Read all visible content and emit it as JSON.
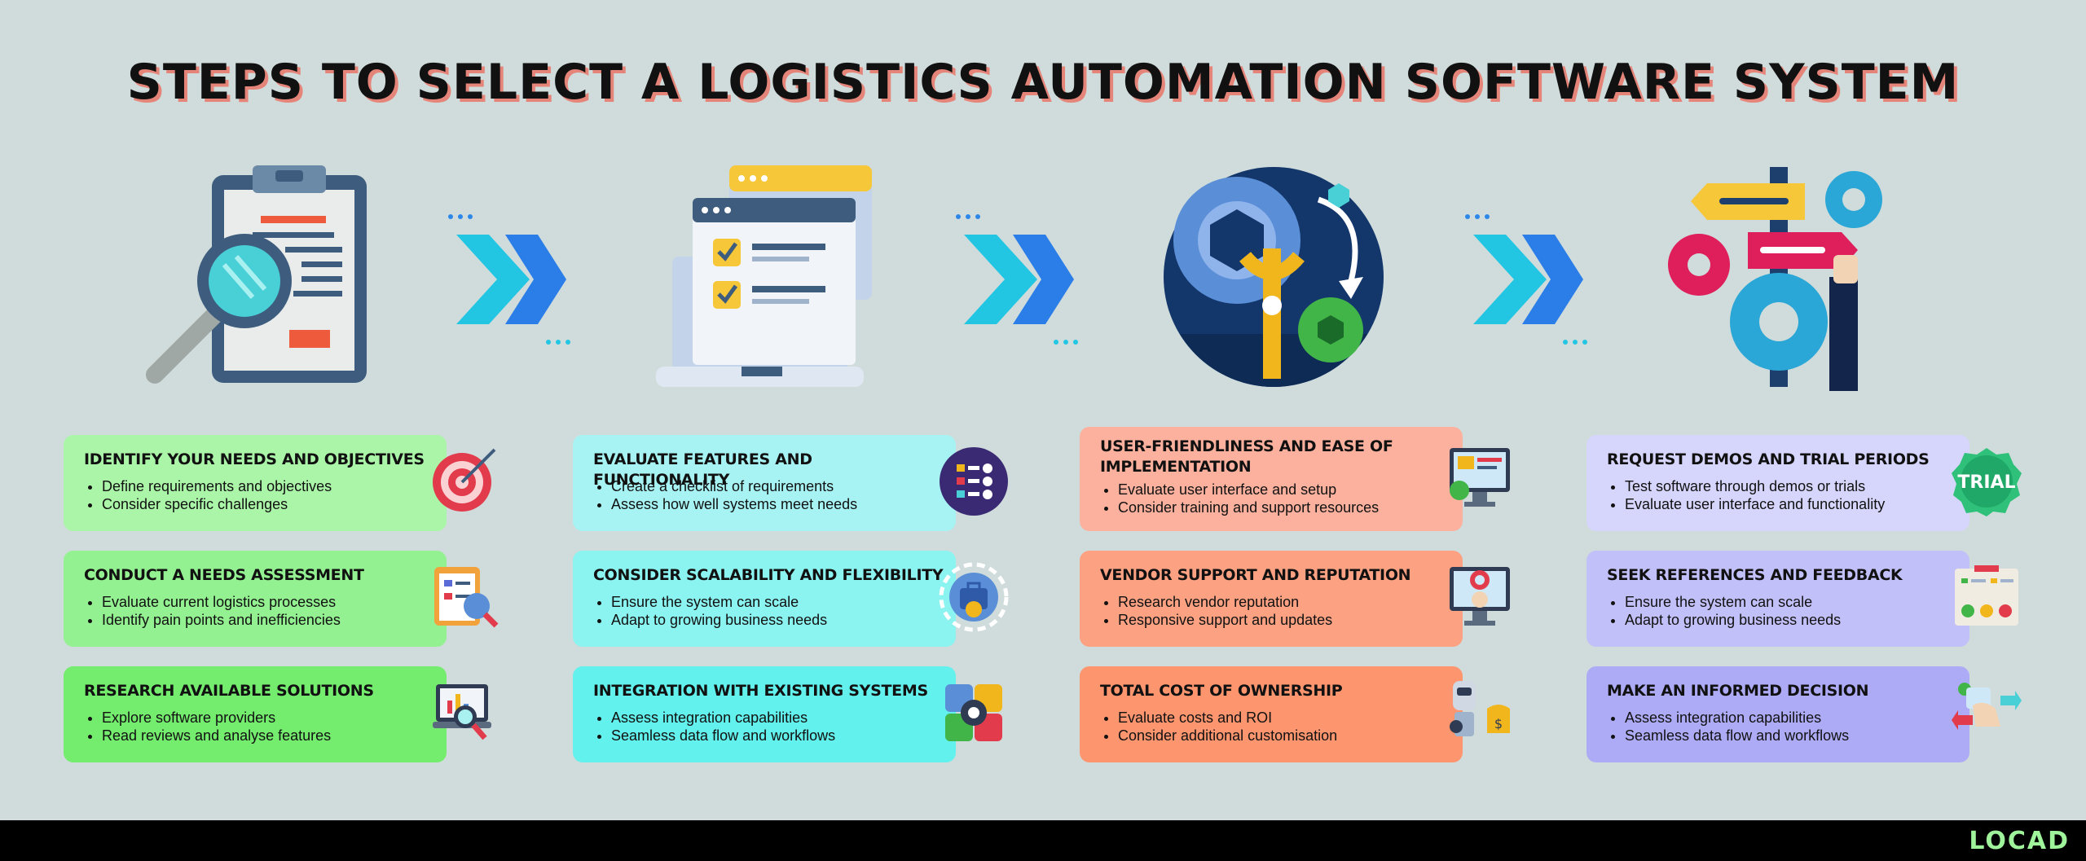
{
  "title": "STEPS TO SELECT A LOGISTICS AUTOMATION SOFTWARE SYSTEM",
  "brand": "LOCAD",
  "illustrations": [
    "clipboard-magnifier",
    "checklist-laptop",
    "gears-wrench",
    "signpost-gears"
  ],
  "colors": {
    "background": "#d0dcdb",
    "green": [
      "#abf5a8",
      "#94f191",
      "#74ec6e"
    ],
    "cyan": [
      "#a7f3f3",
      "#8bf3f0",
      "#62f1ec"
    ],
    "orange": [
      "#fbb19e",
      "#fca283",
      "#fd956f"
    ],
    "purple": [
      "#d6d5fb",
      "#c2c0f9",
      "#aeabf6"
    ]
  },
  "columns": [
    {
      "cards": [
        {
          "title": "IDENTIFY YOUR NEEDS AND OBJECTIVES",
          "icon": "target-icon",
          "bullets": [
            "Define requirements and objectives",
            "Consider specific challenges"
          ]
        },
        {
          "title": "CONDUCT A NEEDS ASSESSMENT",
          "icon": "clipboard-search-icon",
          "bullets": [
            "Evaluate current logistics processes",
            "Identify pain points and inefficiencies"
          ]
        },
        {
          "title": "RESEARCH AVAILABLE SOLUTIONS",
          "icon": "laptop-search-icon",
          "bullets": [
            "Explore software providers",
            "Read reviews and analyse features"
          ]
        }
      ]
    },
    {
      "cards": [
        {
          "title": "EVALUATE FEATURES AND FUNCTIONALITY",
          "icon": "checklist-icon",
          "bullets": [
            "Create a checklist of requirements",
            "Assess how well systems meet needs"
          ]
        },
        {
          "title": "CONSIDER SCALABILITY AND FLEXIBILITY",
          "icon": "briefcase-growth-icon",
          "bullets": [
            "Ensure the system can scale",
            "Adapt to growing business needs"
          ]
        },
        {
          "title": "INTEGRATION WITH EXISTING SYSTEMS",
          "icon": "puzzle-gear-icon",
          "bullets": [
            "Assess integration capabilities",
            "Seamless data flow and workflows"
          ]
        }
      ]
    },
    {
      "cards": [
        {
          "title": "USER-FRIENDLINESS AND EASE OF IMPLEMENTATION",
          "icon": "monitor-thumbs-up-icon",
          "bullets": [
            "Evaluate user interface and setup",
            "Consider training and support resources"
          ]
        },
        {
          "title": "VENDOR SUPPORT AND REPUTATION",
          "icon": "monitor-support-icon",
          "bullets": [
            "Research vendor reputation",
            "Responsive support and updates"
          ]
        },
        {
          "title": "TOTAL COST OF OWNERSHIP",
          "icon": "robot-money-icon",
          "bullets": [
            "Evaluate costs and ROI",
            "Consider additional customisation"
          ]
        }
      ]
    },
    {
      "cards": [
        {
          "title": "REQUEST DEMOS AND TRIAL PERIODS",
          "icon": "trial-badge-icon",
          "badge": "TRIAL",
          "bullets": [
            "Test software through demos or trials",
            "Evaluate user interface and functionality"
          ]
        },
        {
          "title": "SEEK REFERENCES AND FEEDBACK",
          "icon": "feedback-board-icon",
          "bullets": [
            "Ensure the system can scale",
            "Adapt to growing business needs"
          ]
        },
        {
          "title": "MAKE AN INFORMED DECISION",
          "icon": "decision-hand-icon",
          "bullets": [
            "Assess integration capabilities",
            "Seamless data flow and workflows"
          ]
        }
      ]
    }
  ]
}
